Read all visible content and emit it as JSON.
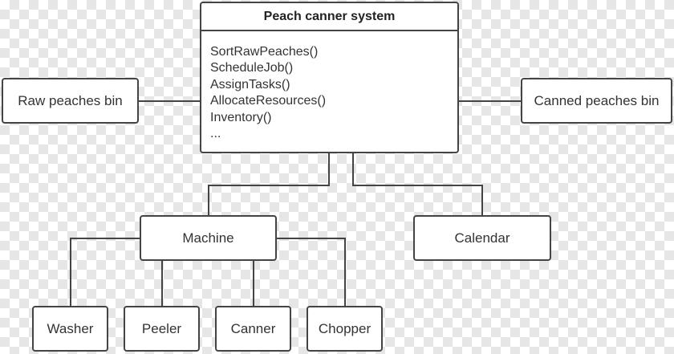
{
  "diagram": {
    "main": {
      "title": "Peach canner system",
      "methods": [
        "SortRawPeaches()",
        "ScheduleJob()",
        "AssignTasks()",
        "AllocateResources()",
        "Inventory()",
        "..."
      ]
    },
    "nodes": {
      "raw_bin": "Raw peaches bin",
      "canned_bin": "Canned peaches bin",
      "machine": "Machine",
      "calendar": "Calendar",
      "washer": "Washer",
      "peeler": "Peeler",
      "canner": "Canner",
      "chopper": "Chopper"
    }
  }
}
